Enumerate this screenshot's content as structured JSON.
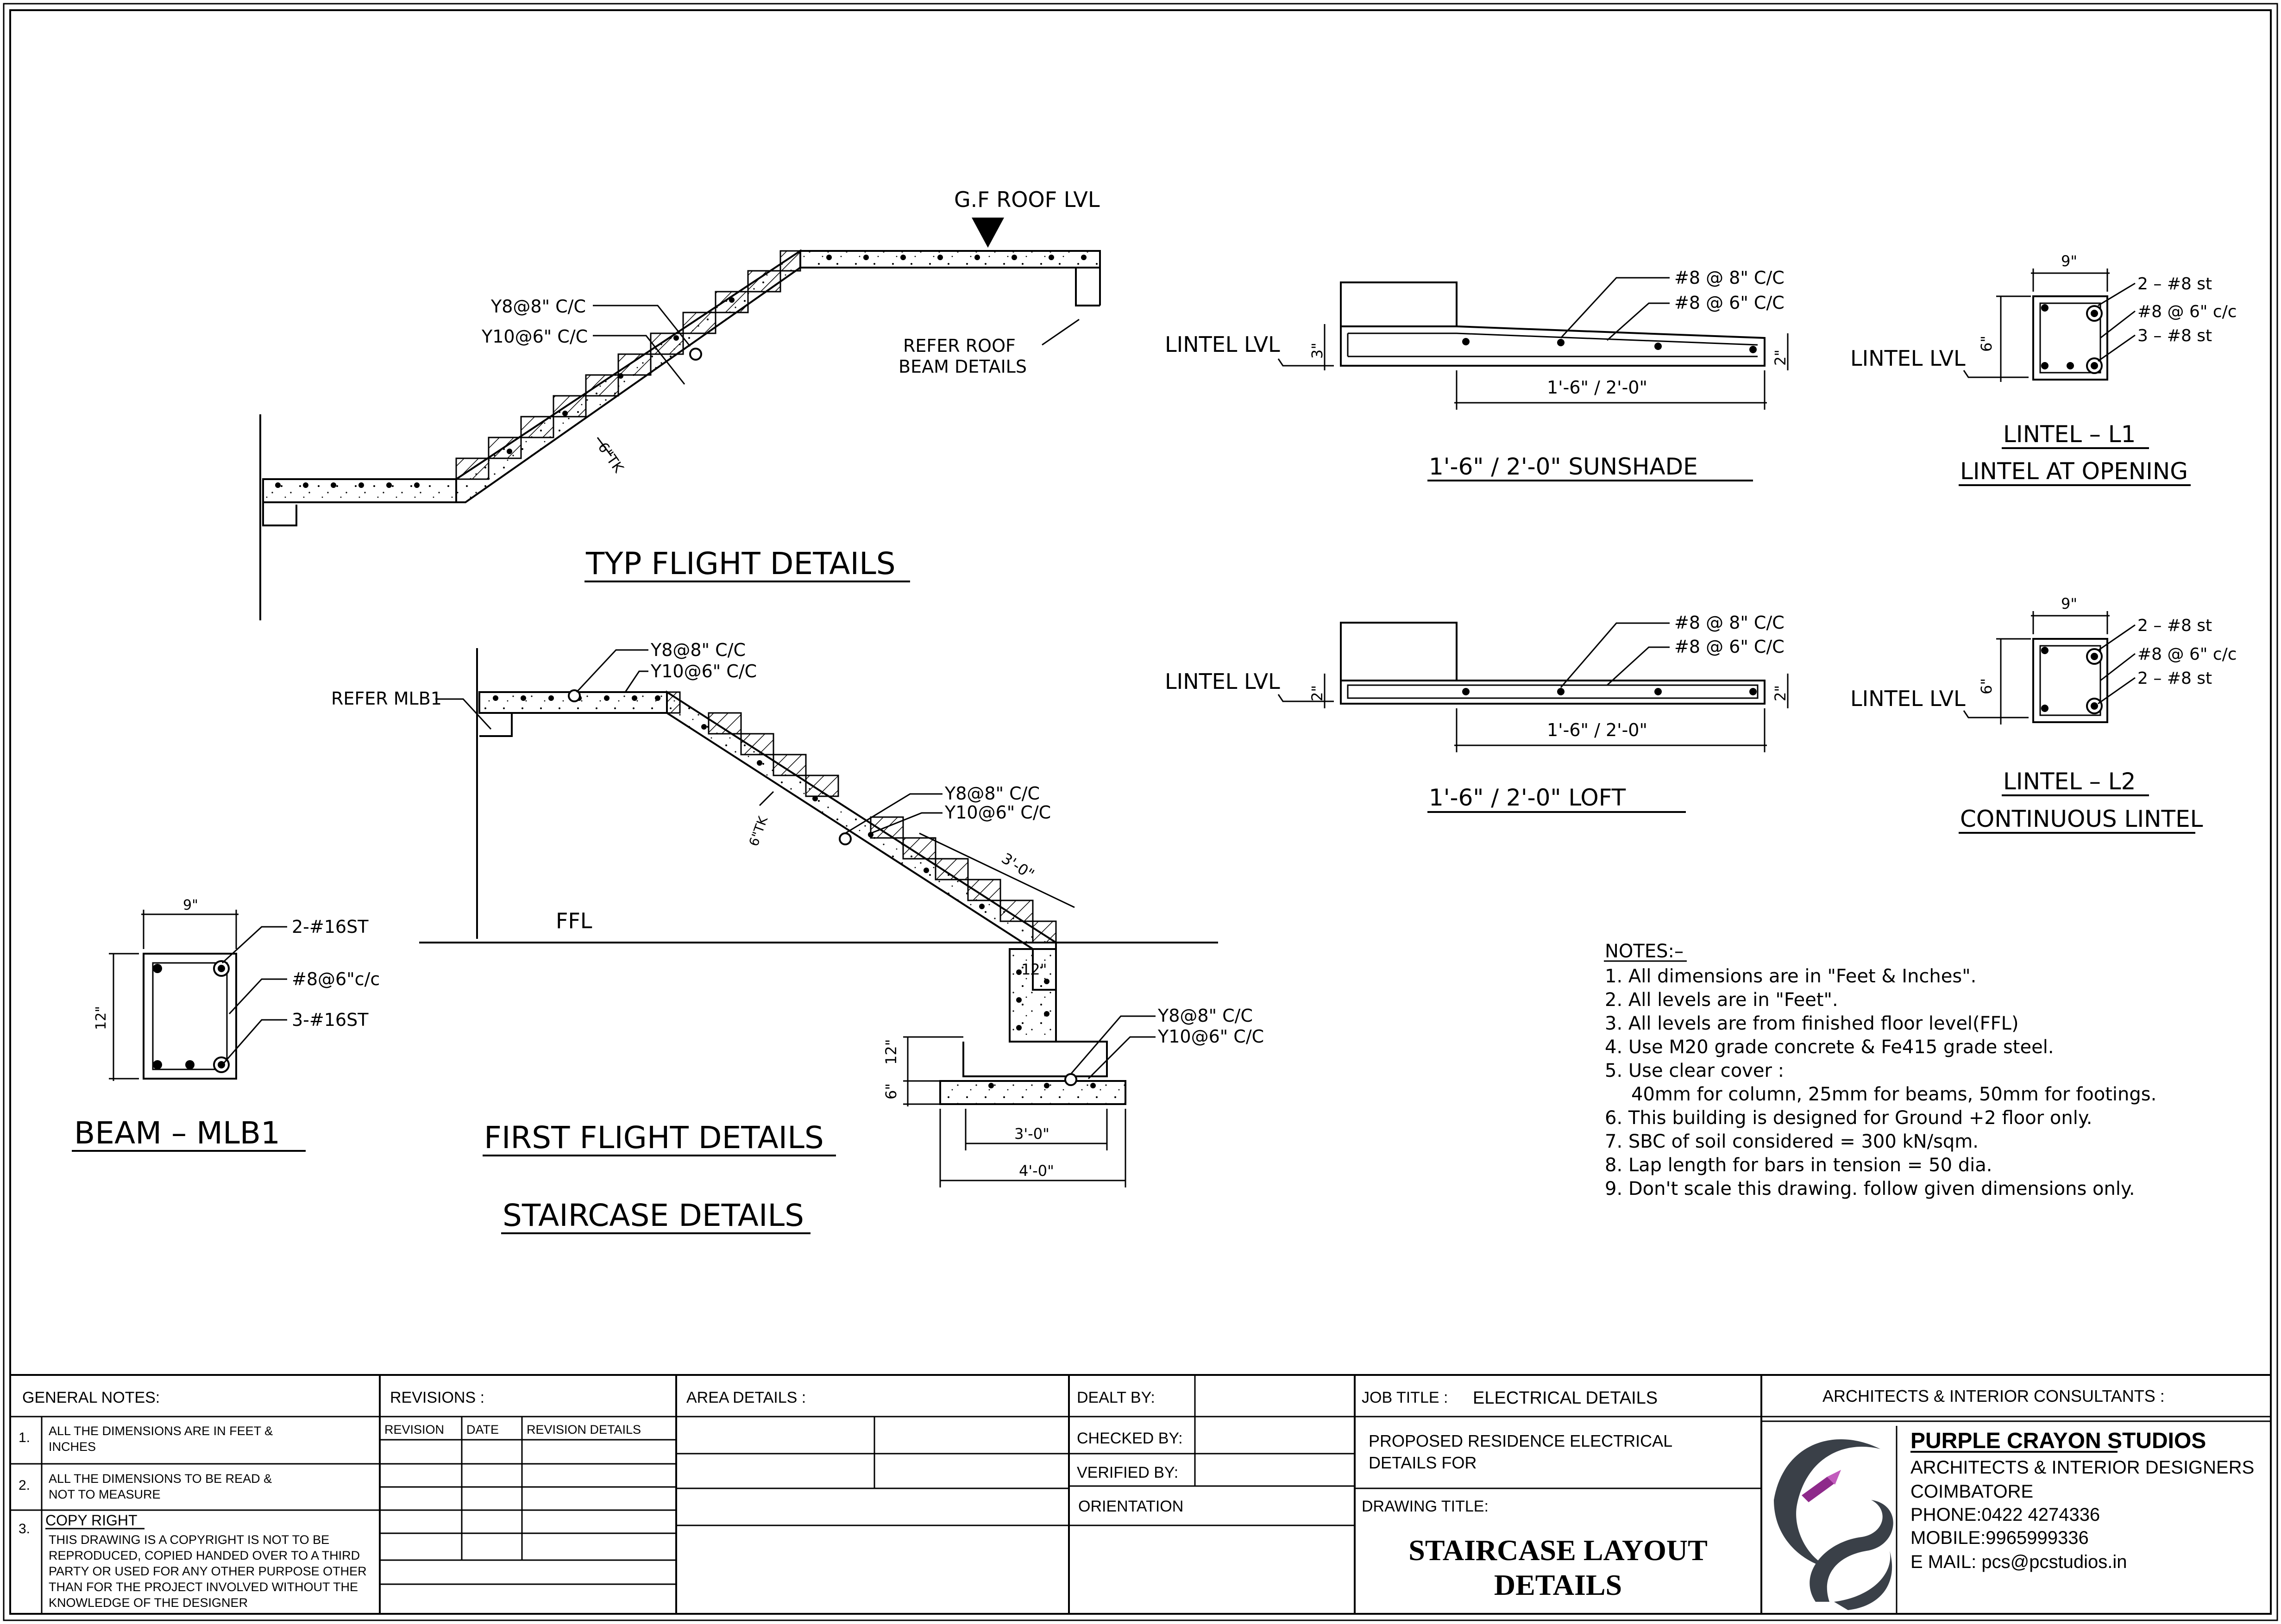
{
  "flight_typ": {
    "level_label": "G.F ROOF LVL",
    "bar1": "Y8@8\" C/C",
    "bar2": "Y10@6\" C/C",
    "refer": [
      "REFER ROOF",
      "BEAM DETAILS"
    ],
    "thickness": "6\"TK",
    "title": "TYP FLIGHT DETAILS"
  },
  "flight_first": {
    "refer": "REFER MLB1",
    "top_bar1": "Y8@8\" C/C",
    "top_bar2": "Y10@6\" C/C",
    "mid_bar1": "Y8@8\" C/C",
    "mid_bar2": "Y10@6\" C/C",
    "foot_bar1": "Y8@8\" C/C",
    "foot_bar2": "Y10@6\" C/C",
    "thickness": "6\"TK",
    "going": "3'-0\"",
    "ffl": "FFL",
    "col_width": "12\"",
    "h1": "12\"",
    "h2": "6\"",
    "base1": "3'-0\"",
    "base2": "4'-0\"",
    "title": "FIRST FLIGHT DETAILS",
    "subtitle": "STAIRCASE DETAILS"
  },
  "beam": {
    "width": "9\"",
    "depth": "12\"",
    "bar_top": "2-#16ST",
    "stirrup": "#8@6\"c/c",
    "bar_bot": "3-#16ST",
    "title": "BEAM – MLB1"
  },
  "sunshade": {
    "level": "LINTEL LVL",
    "bar1": "#8 @ 8\" C/C",
    "bar2": "#8 @ 6\" C/C",
    "thick_left": "3\"",
    "thick_right": "2\"",
    "span": "1'-6\" / 2'-0\"",
    "title": "1'-6\" / 2'-0\" SUNSHADE"
  },
  "loft": {
    "level": "LINTEL LVL",
    "bar1": "#8 @ 8\" C/C",
    "bar2": "#8 @ 6\" C/C",
    "thick_left": "2\"",
    "thick_right": "2\"",
    "span": "1'-6\" / 2'-0\"",
    "title": "1'-6\" / 2'-0\" LOFT"
  },
  "lintel_l1": {
    "level": "LINTEL LVL",
    "width": "9\"",
    "depth": "6\"",
    "bar_top": "2 – #8 st",
    "stirrup": "#8 @ 6\" c/c",
    "bar_bot": "3 – #8 st",
    "title": "LINTEL – L1",
    "subtitle": "LINTEL AT OPENING"
  },
  "lintel_l2": {
    "level": "LINTEL LVL",
    "width": "9\"",
    "depth": "6\"",
    "bar_top": "2 – #8 st",
    "stirrup": "#8 @ 6\" c/c",
    "bar_bot": "2 – #8 st",
    "title": "LINTEL – L2",
    "subtitle": "CONTINUOUS LINTEL"
  },
  "notes": {
    "heading": "NOTES:–",
    "items": [
      "1. All dimensions are in \"Feet & Inches\".",
      "2. All levels are in \"Feet\".",
      "3. All levels are from finished floor level(FFL)",
      "4. Use M20 grade concrete & Fe415 grade steel.",
      "5. Use clear cover :",
      "40mm for column, 25mm for beams, 50mm for footings.",
      "6. This building is designed for Ground +2 floor only.",
      "7. SBC of soil considered = 300 kN/sqm.",
      "8. Lap length for bars in tension = 50 dia.",
      "9. Don't scale this drawing. follow given dimensions only."
    ]
  },
  "title_block": {
    "general_notes_label": "GENERAL NOTES:",
    "general_notes": [
      {
        "num": "1.",
        "text": [
          "ALL THE DIMENSIONS ARE IN FEET &",
          "INCHES"
        ]
      },
      {
        "num": "2.",
        "text": [
          "ALL THE DIMENSIONS TO BE READ &",
          "NOT TO MEASURE"
        ]
      },
      {
        "num": "3.",
        "heading": "COPY RIGHT",
        "text": [
          "THIS DRAWING IS A COPYRIGHT IS NOT TO BE",
          "REPRODUCED, COPIED HANDED OVER TO A THIRD",
          "PARTY OR USED FOR ANY OTHER PURPOSE OTHER",
          "THAN FOR THE PROJECT INVOLVED WITHOUT THE",
          "KNOWLEDGE OF THE DESIGNER"
        ]
      }
    ],
    "revisions_label": "REVISIONS :",
    "revision_cols": [
      "REVISION",
      "DATE",
      "REVISION DETAILS"
    ],
    "area_details_label": "AREA DETAILS :",
    "dealt_by": "DEALT BY:",
    "checked_by": "CHECKED BY:",
    "verified_by": "VERIFIED BY:",
    "orientation": "ORIENTATION",
    "job_title_label": "JOB TITLE :",
    "job_title": "ELECTRICAL DETAILS",
    "project": [
      "PROPOSED RESIDENCE ELECTRICAL",
      "DETAILS FOR"
    ],
    "drawing_title_label": "DRAWING TITLE:",
    "drawing_title": [
      "STAIRCASE LAYOUT",
      "DETAILS"
    ],
    "consultants_label": "ARCHITECTS & INTERIOR CONSULTANTS :",
    "firm": "PURPLE CRAYON STUDIOS",
    "firm_lines": [
      "ARCHITECTS & INTERIOR DESIGNERS",
      "COIMBATORE",
      "PHONE:0422 4274336",
      "MOBILE:9965999336",
      "E MAIL: pcs@pcstudios.in"
    ],
    "logo_colors": {
      "dark": "#3a4048",
      "accent": "#8e2a8a"
    }
  }
}
